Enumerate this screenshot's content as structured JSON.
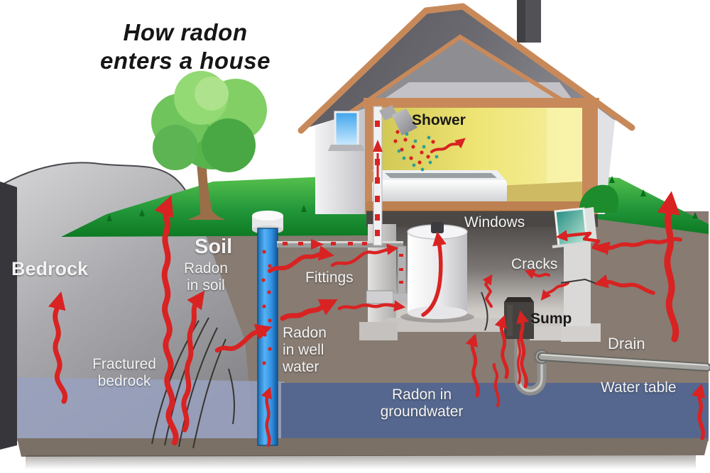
{
  "title": "How radon\nenters a house",
  "diagram": {
    "type": "cutaway illustration of radon entry pathways into a house",
    "labels": {
      "bedrock": "Bedrock",
      "soil": "Soil",
      "radon_in_soil": "Radon\nin soil",
      "fractured_bedrock": "Fractured\nbedrock",
      "radon_in_well_water": "Radon\nin well\nwater",
      "radon_in_groundwater": "Radon in\ngroundwater",
      "water_table": "Water table",
      "fittings": "Fittings",
      "shower": "Shower",
      "windows": "Windows",
      "cracks": "Cracks",
      "sump": "Sump",
      "drain": "Drain"
    },
    "colors": {
      "background": "#ffffff",
      "title_text": "#161616",
      "label_white": "#f3f3f3",
      "radon_arrow_red": "#d92222",
      "spray_teal": "#2f9e98",
      "grass_green_top": "#55c04c",
      "grass_green_bottom": "#0d7a23",
      "soil_gray_brown": "#877b72",
      "bedrock_gray": "#a9a9ad",
      "water_table_blue": "#55678e",
      "water_table_light_blue": "#98a1bf",
      "roof_gray": "#66666c",
      "house_trim_tan": "#c8895a",
      "room_yellow": "#eee575",
      "well_pipe_blue": "#2f8fe0",
      "tank_white": "#f2f2f4",
      "sump_dark": "#45413e"
    }
  }
}
